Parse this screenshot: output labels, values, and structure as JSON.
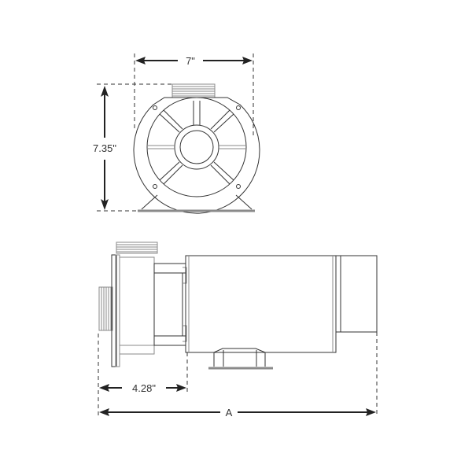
{
  "diagram": {
    "front_view": {
      "width_label": "7\"",
      "height_label": "7.35\""
    },
    "side_view": {
      "wet_end_length_label": "4.28\"",
      "overall_length_label": "A"
    },
    "colors": {
      "line": "#333333",
      "thread": "#8a8a8a",
      "background": "#ffffff"
    }
  }
}
